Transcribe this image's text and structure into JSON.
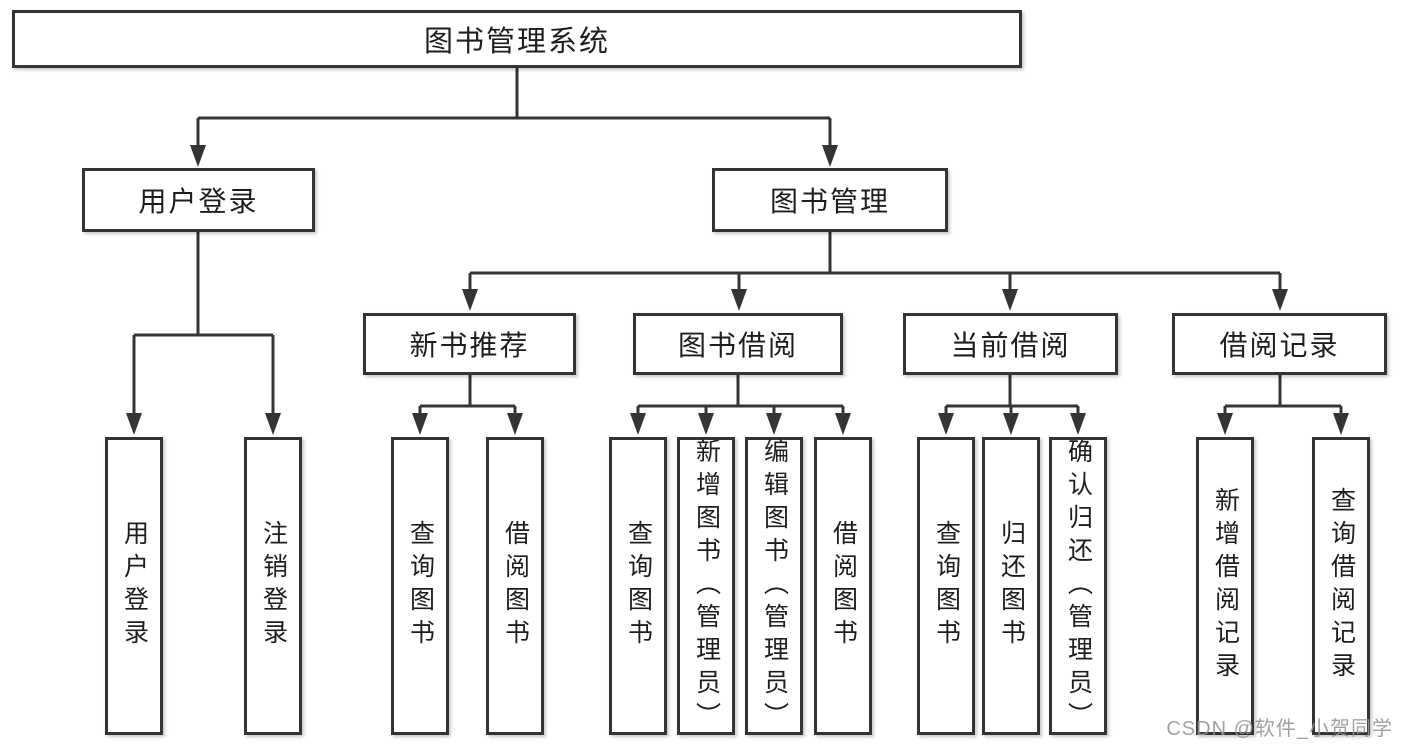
{
  "diagram": {
    "title": "图书管理系统",
    "type": "function-structure-tree",
    "colors": {
      "line": "#343434",
      "box_border": "#343434",
      "box_fill": "#ffffff",
      "text": "#1e1e1e",
      "background": "#ffffff",
      "watermark": "#949494"
    },
    "nodes": {
      "root": "图书管理系统",
      "user_login": "用户登录",
      "book_mgmt": "图书管理",
      "new_rec": "新书推荐",
      "book_borrow": "图书借阅",
      "current_borrow": "当前借阅",
      "borrow_record": "借阅记录",
      "ul_login": "用户登录",
      "ul_logout": "注销登录",
      "nr_query": "查询图书",
      "nr_borrow": "借阅图书",
      "bb_query": "查询图书",
      "bb_add": "新增图书（管理员）",
      "bb_edit": "编辑图书（管理员）",
      "bb_borrow": "借阅图书",
      "cb_query": "查询图书",
      "cb_return": "归还图书",
      "cb_confirm": "确认归还（管理员）",
      "br_add": "新增借阅记录",
      "br_query": "查询借阅记录"
    },
    "hierarchy": {
      "图书管理系统": [
        "用户登录",
        "图书管理"
      ],
      "用户登录": [
        "用户登录",
        "注销登录"
      ],
      "图书管理": [
        "新书推荐",
        "图书借阅",
        "当前借阅",
        "借阅记录"
      ],
      "新书推荐": [
        "查询图书",
        "借阅图书"
      ],
      "图书借阅": [
        "查询图书",
        "新增图书（管理员）",
        "编辑图书（管理员）",
        "借阅图书"
      ],
      "当前借阅": [
        "查询图书",
        "归还图书",
        "确认归还（管理员）"
      ],
      "借阅记录": [
        "新增借阅记录",
        "查询借阅记录"
      ]
    },
    "watermark": "CSDN @软件_小贺同学"
  }
}
